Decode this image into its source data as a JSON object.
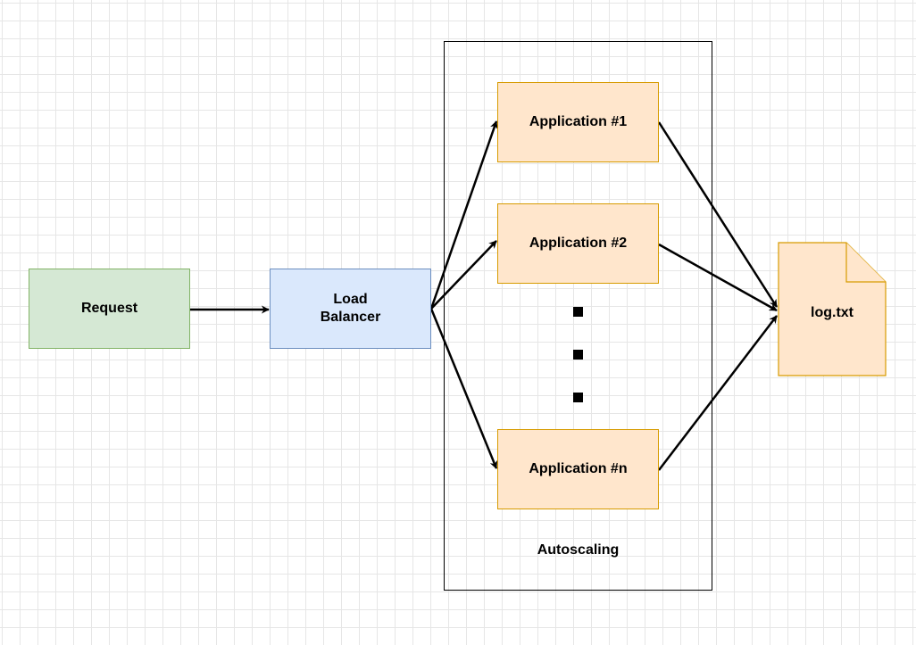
{
  "colors": {
    "request_fill": "#d5e8d4",
    "request_stroke": "#82b366",
    "lb_fill": "#dae8fc",
    "lb_stroke": "#6c8ebf",
    "app_fill": "#ffe6cc",
    "app_stroke": "#d79b00",
    "file_fill": "#ffe6cc",
    "file_stroke": "#d79b00",
    "edge": "#000000"
  },
  "nodes": {
    "request": "Request",
    "load_balancer": "Load\nBalancer",
    "app1": "Application #1",
    "app2": "Application #2",
    "appn": "Application #n",
    "log": "log.txt"
  },
  "group": {
    "label": "Autoscaling"
  },
  "edges": [
    {
      "from": "request",
      "to": "load_balancer"
    },
    {
      "from": "load_balancer",
      "to": "app1"
    },
    {
      "from": "load_balancer",
      "to": "app2"
    },
    {
      "from": "load_balancer",
      "to": "appn"
    },
    {
      "from": "app1",
      "to": "log"
    },
    {
      "from": "app2",
      "to": "log"
    },
    {
      "from": "appn",
      "to": "log"
    }
  ]
}
